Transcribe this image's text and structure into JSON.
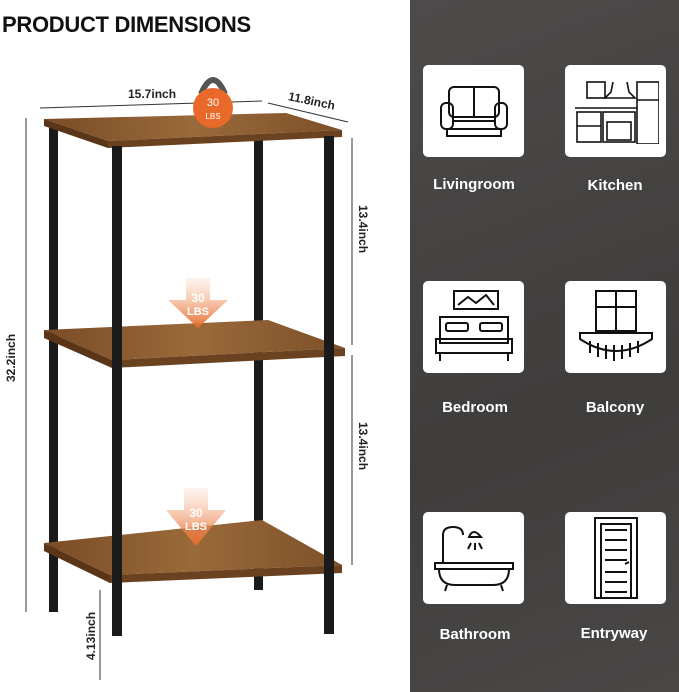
{
  "title": "PRODUCT DIMENSIONS",
  "dimensions": {
    "width": "15.7inch",
    "depth": "11.8inch",
    "shelf_gap_top": "13.4inch",
    "shelf_gap_bottom": "13.4inch",
    "total_height": "32.2inch",
    "leg_height": "4.13inch"
  },
  "load": {
    "top": {
      "value": "30",
      "unit": "LBS"
    },
    "middle": {
      "value": "30",
      "unit": "LBS"
    },
    "bottom": {
      "value": "30",
      "unit": "LBS"
    }
  },
  "rooms": [
    {
      "label": "Livingroom",
      "icon": "sofa-icon"
    },
    {
      "label": "Kitchen",
      "icon": "kitchen-icon"
    },
    {
      "label": "Bedroom",
      "icon": "bed-icon"
    },
    {
      "label": "Balcony",
      "icon": "balcony-icon"
    },
    {
      "label": "Bathroom",
      "icon": "bathtub-icon"
    },
    {
      "label": "Entryway",
      "icon": "door-icon"
    }
  ],
  "colors": {
    "wood": "#8a5a2e",
    "legs": "#1a1a1a",
    "accent": "#e8692a",
    "panel": "#4a4847"
  }
}
